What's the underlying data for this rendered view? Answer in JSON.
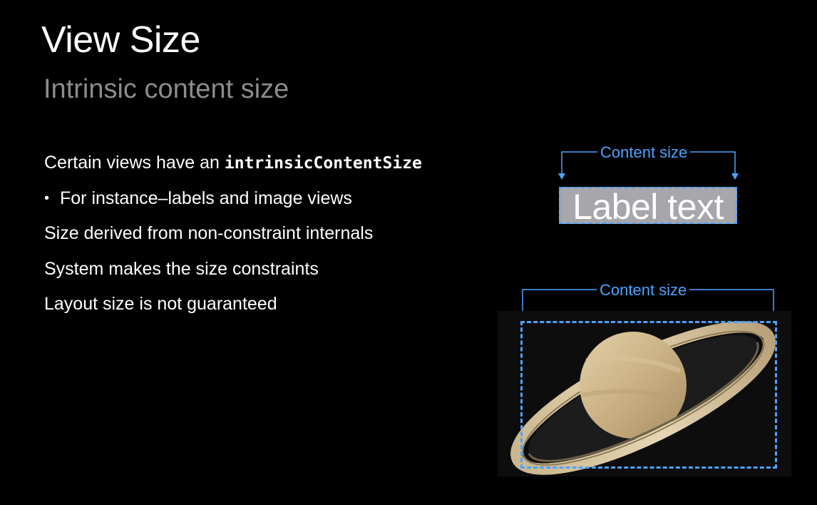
{
  "slide": {
    "title": "View Size",
    "subtitle": "Intrinsic content size",
    "bullets": {
      "line1_prefix": "Certain views have an ",
      "line1_code": "intrinsicContentSize",
      "line2": "For instance–labels and image views",
      "line2_marker": "•",
      "line3": "Size derived from non-constraint internals",
      "line4": "System makes the size constraints",
      "line5": "Layout size is not guaranteed"
    },
    "diagram": {
      "label_caption": "Content size",
      "label_text": "Label text",
      "image_caption": "Content size",
      "image_icon": "saturn-planet-icon"
    }
  },
  "colors": {
    "background": "#000000",
    "title": "#ffffff",
    "subtitle": "#8c8c8c",
    "accent_blue": "#4da3ff",
    "label_fill": "#a6a6ab"
  }
}
